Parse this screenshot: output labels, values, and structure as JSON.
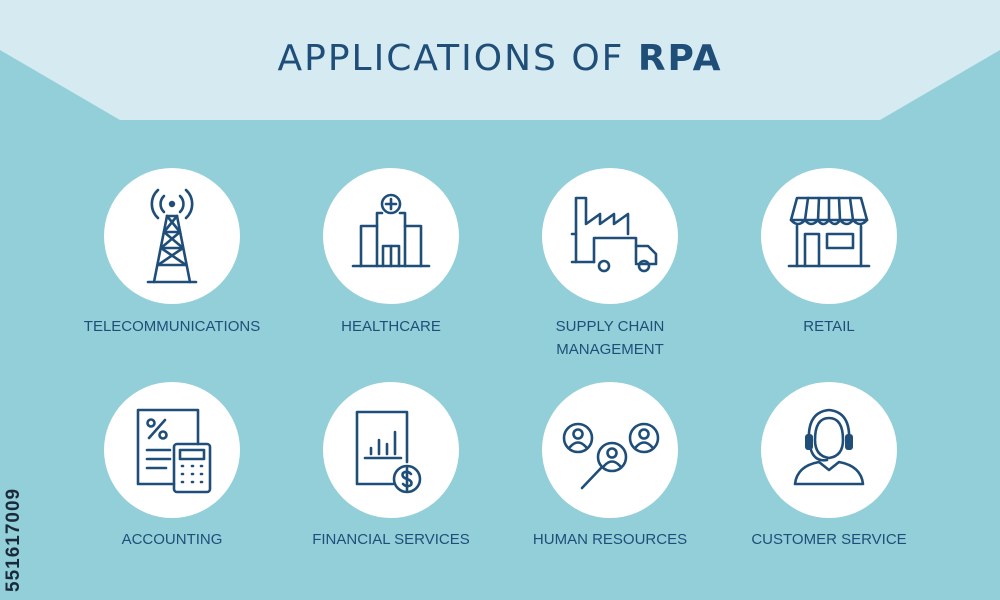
{
  "header": {
    "title_prefix": "APPLICATIONS OF ",
    "title_bold": "RPA",
    "colors": {
      "band": "#d6ebf1",
      "background": "#93cfd9",
      "ink": "#1f4e79"
    }
  },
  "watermark": {
    "id": "551617009"
  },
  "applications": [
    {
      "label_lines": [
        "TELECOMMUNICATIONS"
      ],
      "icon": "telecom-tower-icon"
    },
    {
      "label_lines": [
        "HEALTHCARE"
      ],
      "icon": "hospital-icon"
    },
    {
      "label_lines": [
        "SUPPLY CHAIN",
        "MANAGEMENT"
      ],
      "icon": "factory-truck-icon"
    },
    {
      "label_lines": [
        "RETAIL"
      ],
      "icon": "store-icon"
    },
    {
      "label_lines": [
        "ACCOUNTING"
      ],
      "icon": "calculator-document-icon"
    },
    {
      "label_lines": [
        "FINANCIAL SERVICES"
      ],
      "icon": "financial-report-icon"
    },
    {
      "label_lines": [
        "HUMAN RESOURCES"
      ],
      "icon": "recruitment-search-icon"
    },
    {
      "label_lines": [
        "CUSTOMER SERVICE"
      ],
      "icon": "headset-agent-icon"
    }
  ]
}
